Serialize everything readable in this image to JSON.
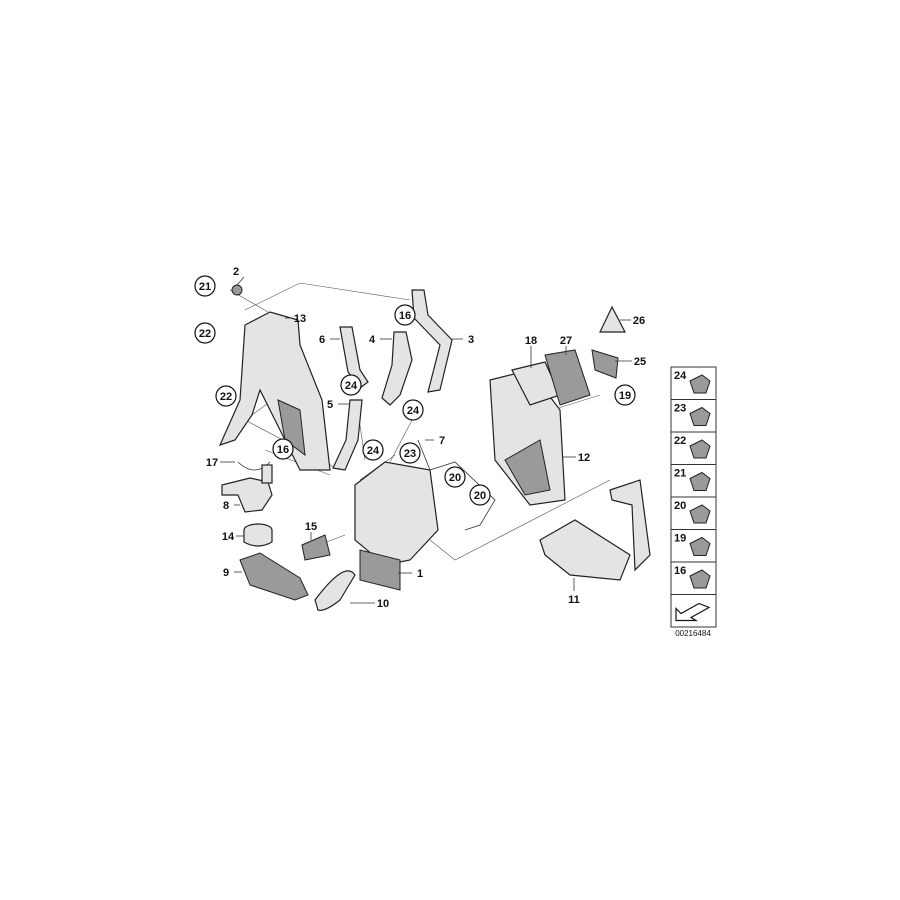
{
  "diagram": {
    "callouts": [
      {
        "id": "2",
        "circled": false
      },
      {
        "id": "21",
        "circled": true
      },
      {
        "id": "13",
        "circled": false
      },
      {
        "id": "22",
        "circled": true
      },
      {
        "id": "6",
        "circled": false
      },
      {
        "id": "4",
        "circled": false
      },
      {
        "id": "16",
        "circled": true
      },
      {
        "id": "3",
        "circled": false
      },
      {
        "id": "24",
        "circled": true
      },
      {
        "id": "5",
        "circled": false
      },
      {
        "id": "22",
        "circled": true
      },
      {
        "id": "24",
        "circled": true
      },
      {
        "id": "7",
        "circled": false
      },
      {
        "id": "23",
        "circled": true
      },
      {
        "id": "16",
        "circled": true
      },
      {
        "id": "24",
        "circled": true
      },
      {
        "id": "17",
        "circled": false
      },
      {
        "id": "20",
        "circled": true
      },
      {
        "id": "20",
        "circled": true
      },
      {
        "id": "8",
        "circled": false
      },
      {
        "id": "15",
        "circled": false
      },
      {
        "id": "14",
        "circled": false
      },
      {
        "id": "9",
        "circled": false
      },
      {
        "id": "1",
        "circled": false
      },
      {
        "id": "10",
        "circled": false
      },
      {
        "id": "18",
        "circled": false
      },
      {
        "id": "27",
        "circled": false
      },
      {
        "id": "26",
        "circled": false
      },
      {
        "id": "25",
        "circled": false
      },
      {
        "id": "19",
        "circled": true
      },
      {
        "id": "12",
        "circled": false
      },
      {
        "id": "11",
        "circled": false
      }
    ],
    "legend": [
      "24",
      "23",
      "22",
      "21",
      "20",
      "19",
      "16"
    ],
    "legend_icons": [
      "hose-clamp-icon",
      "cage-nut-icon",
      "collar-nut-icon",
      "hex-bolt-icon",
      "pipe-clip-icon",
      "clip-nut-icon",
      "clamp-icon",
      "direction-arrow-icon"
    ],
    "drawing_number": "00216484"
  }
}
